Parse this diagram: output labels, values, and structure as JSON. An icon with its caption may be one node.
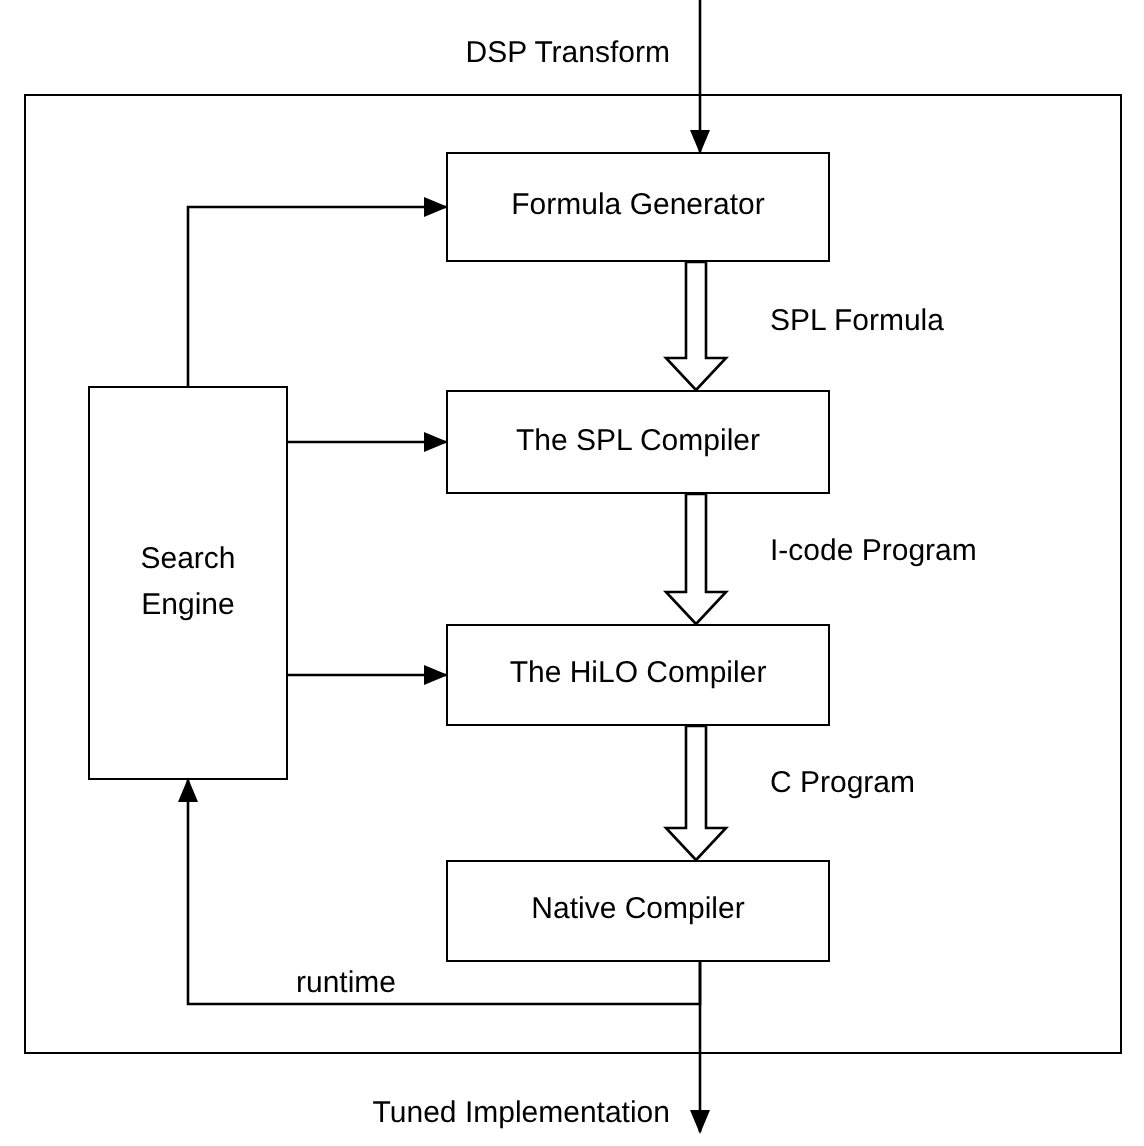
{
  "diagram": {
    "nodes": [
      {
        "text": [],
        "shape": "box"
      },
      {
        "text": [
          "Formula Generator"
        ],
        "in": 0
      },
      {
        "text": [
          "Search Engine"
        ],
        "in": 0
      },
      {
        "text": [
          "The SPL Compiler"
        ],
        "in": 0
      },
      {
        "text": [
          "The HiLO Compiler"
        ],
        "in": 0
      },
      {
        "text": [
          "Native Compiler"
        ],
        "in": 0
      }
    ],
    "edges": [
      {
        "from": null,
        "to": 1,
        "arrow": "to",
        "label": "DSP Transform"
      },
      {
        "from": 1,
        "to": 3,
        "arrow": "to",
        "style": "thick",
        "label": "SPL Formula"
      },
      {
        "from": 3,
        "to": 4,
        "arrow": "to",
        "style": "thick",
        "label": "I-code Program"
      },
      {
        "from": 4,
        "to": 5,
        "arrow": "to",
        "style": "thick",
        "label": "C Program"
      },
      {
        "from": 5,
        "to": null,
        "arrow": "to",
        "label": "Tuned Implementation"
      },
      {
        "from": 2,
        "to": 1,
        "arrow": "to"
      },
      {
        "from": 2,
        "to": 3,
        "arrow": "to"
      },
      {
        "from": 2,
        "to": 4,
        "arrow": "to"
      },
      {
        "from": 5,
        "to": 2,
        "arrow": "to",
        "label": "runtime"
      }
    ]
  }
}
